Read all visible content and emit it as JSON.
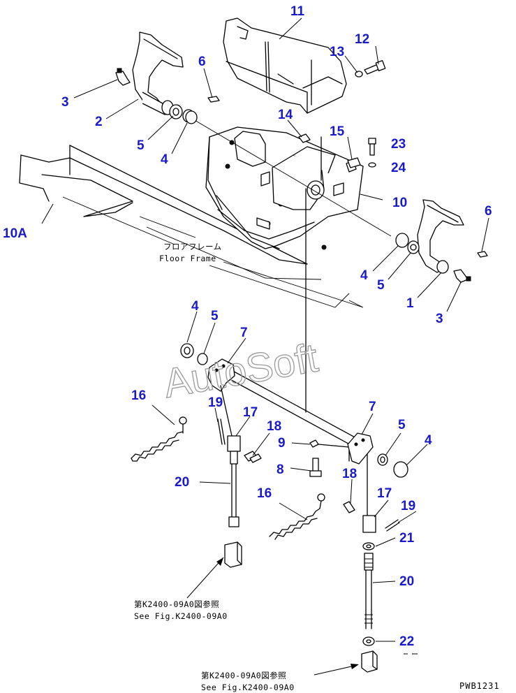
{
  "callouts": [
    {
      "id": "c11",
      "text": "11"
    },
    {
      "id": "c12",
      "text": "12"
    },
    {
      "id": "c13",
      "text": "13"
    },
    {
      "id": "c6a",
      "text": "6"
    },
    {
      "id": "c3a",
      "text": "3"
    },
    {
      "id": "c2",
      "text": "2"
    },
    {
      "id": "c5a",
      "text": "5"
    },
    {
      "id": "c4a",
      "text": "4"
    },
    {
      "id": "c14",
      "text": "14"
    },
    {
      "id": "c15",
      "text": "15"
    },
    {
      "id": "c23",
      "text": "23"
    },
    {
      "id": "c24",
      "text": "24"
    },
    {
      "id": "c10",
      "text": "10"
    },
    {
      "id": "c10A",
      "text": "10A"
    },
    {
      "id": "c6b",
      "text": "6"
    },
    {
      "id": "c4b",
      "text": "4"
    },
    {
      "id": "c5b",
      "text": "5"
    },
    {
      "id": "c1",
      "text": "1"
    },
    {
      "id": "c3b",
      "text": "3"
    },
    {
      "id": "c4c",
      "text": "4"
    },
    {
      "id": "c5c",
      "text": "5"
    },
    {
      "id": "c7a",
      "text": "7"
    },
    {
      "id": "c16a",
      "text": "16"
    },
    {
      "id": "c19a",
      "text": "19"
    },
    {
      "id": "c17a",
      "text": "17"
    },
    {
      "id": "c18a",
      "text": "18"
    },
    {
      "id": "c9",
      "text": "9"
    },
    {
      "id": "c8",
      "text": "8"
    },
    {
      "id": "c20a",
      "text": "20"
    },
    {
      "id": "c7b",
      "text": "7"
    },
    {
      "id": "c5d",
      "text": "5"
    },
    {
      "id": "c4d",
      "text": "4"
    },
    {
      "id": "c18b",
      "text": "18"
    },
    {
      "id": "c16b",
      "text": "16"
    },
    {
      "id": "c17b",
      "text": "17"
    },
    {
      "id": "c19b",
      "text": "19"
    },
    {
      "id": "c21",
      "text": "21"
    },
    {
      "id": "c20b",
      "text": "20"
    },
    {
      "id": "c22",
      "text": "22"
    }
  ],
  "notes": {
    "floor_frame_jp": "フロアフレーム",
    "floor_frame_en": "Floor Frame",
    "see_fig_1_jp": "第K2400-09A0図参照",
    "see_fig_1_en": "See Fig.K2400-09A0",
    "see_fig_2_jp": "第K2400-09A0図参照",
    "see_fig_2_en": "See Fig.K2400-09A0"
  },
  "watermark": "AutoSoft",
  "drawing_code": "PWB1231",
  "colors": {
    "callout": "#1a1ac8",
    "line": "#000000",
    "watermark": "#9a9a9a"
  }
}
